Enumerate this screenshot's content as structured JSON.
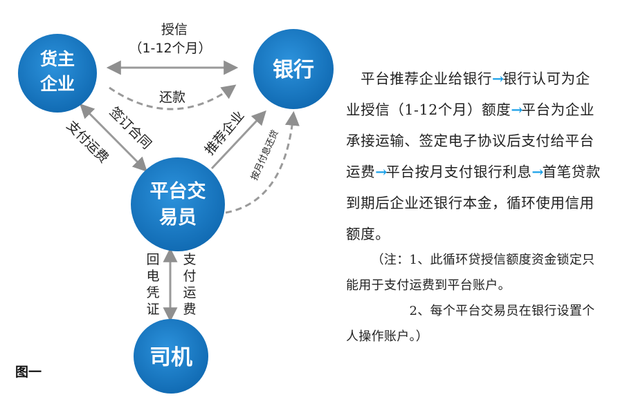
{
  "diagram": {
    "nodes": {
      "owner": {
        "line1": "货主",
        "line2": "企业"
      },
      "bank": {
        "label": "银行"
      },
      "platform": {
        "line1": "平台交",
        "line2": "易员"
      },
      "driver": {
        "label": "司机"
      }
    },
    "edges": {
      "credit": {
        "line1": "授信",
        "line2": "（1-12个月）"
      },
      "repay": "还款",
      "pay_freight_owner": "支付运费",
      "sign_contract": "签订合同",
      "recommend": "推荐企业",
      "interest": "按月付息还贷",
      "receipt": "回电凭证",
      "pay_freight_driver": "支付运费"
    }
  },
  "description": {
    "segments": [
      "平台推荐企业给银行",
      "银行认可为企业授信（1-12个月）额度",
      "平台为企业承接运输、签定电子协议后支付给平台运费",
      "平台按月支付银行利息",
      "首笔贷款到期后企业还银行本金，循环使用信用额度。"
    ],
    "arrow": "→",
    "note1": "（注：1、此循环贷授信额度资金锁定只能用于支付运费到平台账户。",
    "note2": "2、每个平台交易员在银行设置个人操作账户。）"
  },
  "figure_label": "图一",
  "colors": {
    "node": "#1a7dc6",
    "arrow": "#1aa0e8",
    "connector": "#9a9a9a"
  }
}
